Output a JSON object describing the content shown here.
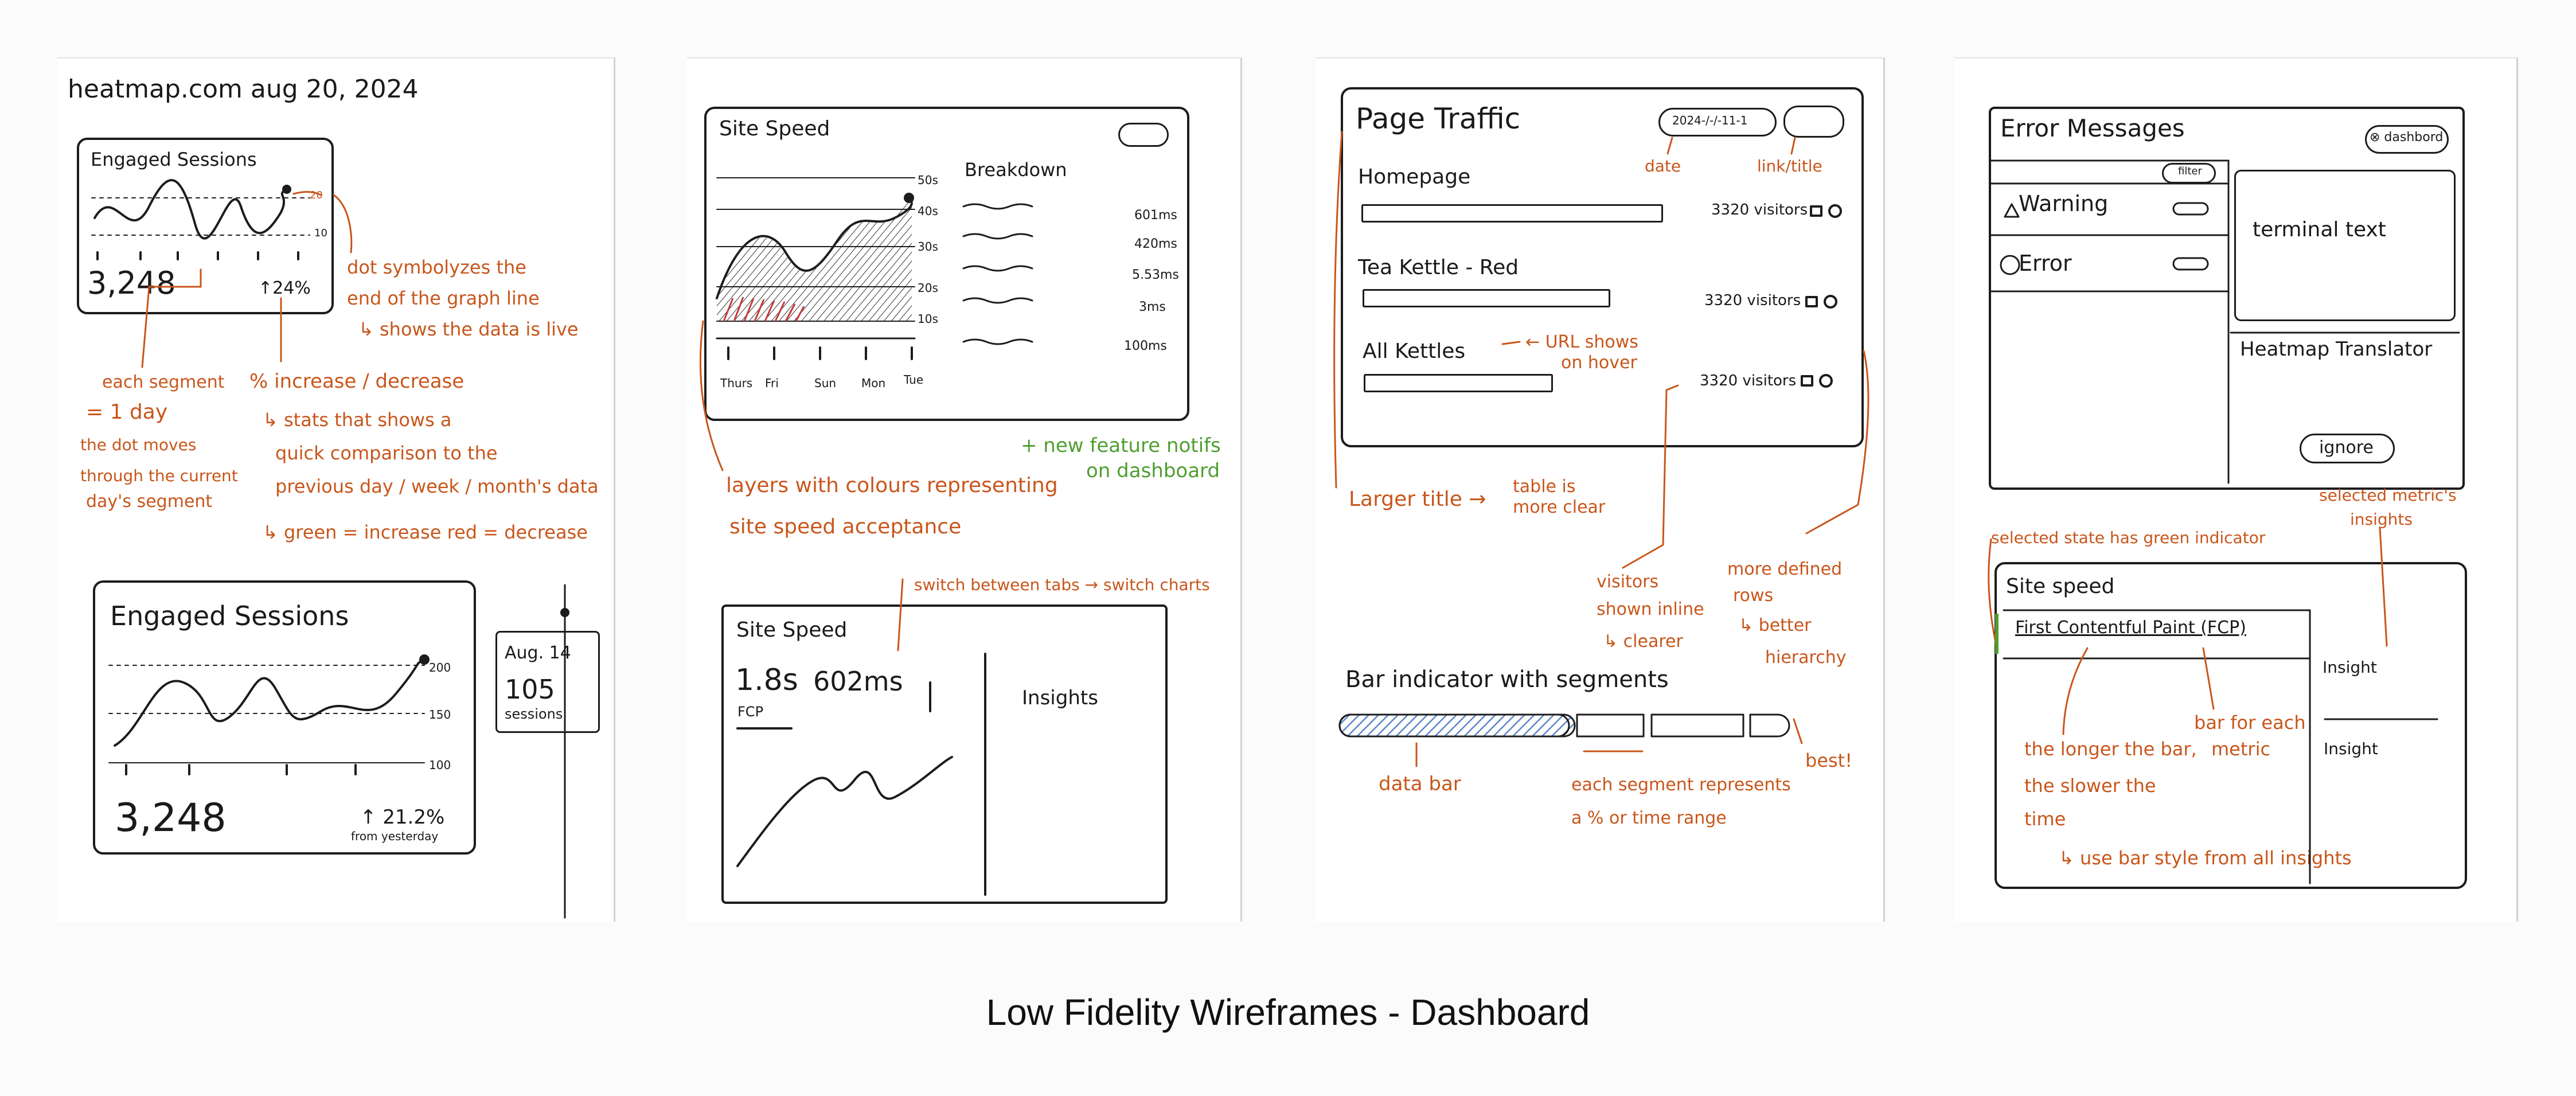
{
  "caption": "Low Fidelity Wireframes - Dashboard",
  "colors": {
    "ink": "#1a1a1a",
    "annotation": "#c8561b",
    "new_feature": "#4f9e2f",
    "hatch": "#5b86c9",
    "red_layer": "#c23a3a"
  },
  "page1": {
    "header": "heatmap.com   aug 20, 2024",
    "card1": {
      "title": "Engaged Sessions",
      "value": "3,248",
      "change": "↑24%",
      "tick_top": "20",
      "tick_mid": "10"
    },
    "notes": {
      "dot_1": "dot symbolyzes the",
      "dot_2": "end of the graph line",
      "dot_3": "↳ shows the data is live",
      "seg_1": "each segment",
      "seg_2": "= 1 day",
      "seg_3": "the dot moves",
      "seg_4": "through the current",
      "seg_5": "day's segment",
      "pct_1": "% increase / decrease",
      "pct_2": "↳ stats that shows a",
      "pct_3": "quick comparison to the",
      "pct_4": "previous day / week / month's data",
      "pct_5": "↳ green = increase     red = decrease"
    },
    "card2": {
      "title": "Engaged Sessions",
      "value": "3,248",
      "change": "↑ 21.2%",
      "change_sub": "from yesterday",
      "tick_200": "200",
      "tick_150": "150",
      "tick_100": "100"
    },
    "tooltip": {
      "date": "Aug. 14",
      "value": "105",
      "unit": "sessions"
    }
  },
  "page2": {
    "card1": {
      "title": "Site Speed",
      "breakdown_title": "Breakdown",
      "y_ticks": [
        "50s",
        "40s",
        "30s",
        "20s",
        "10s"
      ],
      "x_ticks": [
        "Thurs",
        "Fri",
        "Sun",
        "Mon",
        "Tue"
      ],
      "breakdown_values": [
        "601ms",
        "420ms",
        "5.53ms",
        "3ms",
        "100ms"
      ]
    },
    "note_new_1": "+ new feature notifs",
    "note_new_2": "on dashboard",
    "note_layers_1": "layers with colours representing",
    "note_layers_2": "site speed acceptance",
    "note_tabs": "switch between tabs → switch charts",
    "card2": {
      "title": "Site Speed",
      "fcp_value": "1.8s",
      "fcp_label": "FCP",
      "second_value": "602ms",
      "insights": "Insights"
    }
  },
  "page3": {
    "card": {
      "title": "Page Traffic",
      "date_pill": "2024-/-/-11-1",
      "rows": [
        {
          "name": "Homepage",
          "visitors": "3320 visitors",
          "fill": 1.0
        },
        {
          "name": "Tea Kettle - Red",
          "visitors": "3320 visitors",
          "fill": 1.0
        },
        {
          "name": "All Kettles",
          "visitors": "3320 visitors",
          "fill": 1.0
        }
      ]
    },
    "notes": {
      "date": "date",
      "link_title": "link/title",
      "url_1": "← URL shows",
      "url_2": "on hover",
      "larger_title": "Larger title →",
      "table_1": "table is",
      "table_2": "more clear",
      "visitors_1": "visitors",
      "visitors_2": "shown inline",
      "visitors_3": "↳ clearer",
      "rows_1": "more defined",
      "rows_2": "rows",
      "rows_3": "↳ better",
      "rows_4": "hierarchy",
      "bar_title": "Bar indicator with segments",
      "data_bar": "data bar",
      "seg_1": "each segment represents",
      "seg_2": "a % or time range",
      "best": "best!"
    }
  },
  "page4": {
    "card1": {
      "title": "Error Messages",
      "dashboard_btn": "⊗ dashbord",
      "filter_btn": "filter",
      "warning": "Warning",
      "error": "Error",
      "terminal": "terminal text",
      "translator": "Heatmap Translator",
      "ignore_btn": "ignore"
    },
    "notes": {
      "selected_metric_1": "selected metric's",
      "selected_metric_2": "insights",
      "selected_state": "selected state has green indicator",
      "longer_1": "the longer the bar,",
      "longer_2": "the slower the",
      "longer_3": "time",
      "longer_4": "↳ use bar style from all insights",
      "bar_each_1": "bar for each",
      "bar_each_2": "metric"
    },
    "card2": {
      "title": "Site speed",
      "metric": "First Contentful Paint (FCP)",
      "insight_1": "Insight",
      "insight_2": "Insight"
    }
  }
}
